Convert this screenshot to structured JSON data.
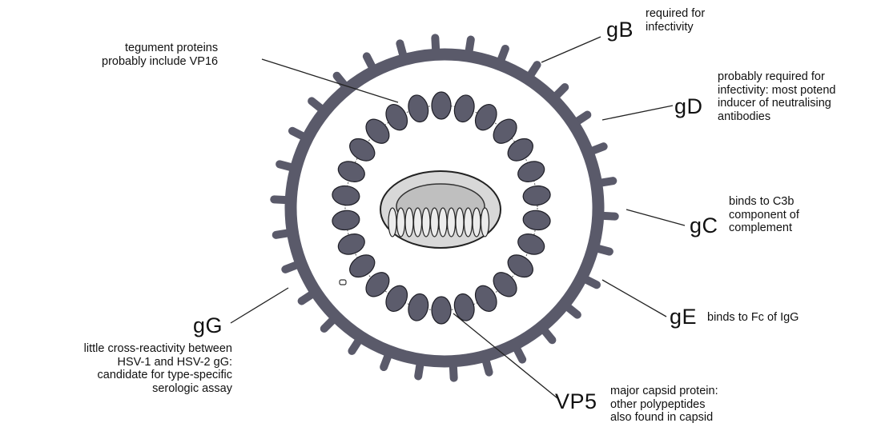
{
  "colors": {
    "envelope": "#5a5a6a",
    "envelope_stroke": "#2a2a33",
    "capsomer": "#5c5c6c",
    "capsomer_stroke": "#1e1e26",
    "core_fill": "#d8d8d8",
    "line": "#222222",
    "background": "#ffffff"
  },
  "labels": {
    "tegument": {
      "lines": [
        "tegument proteins",
        "probably include VP16"
      ]
    },
    "gB": {
      "name": "gB",
      "lines": [
        "required for",
        "infectivity"
      ]
    },
    "gD": {
      "name": "gD",
      "lines": [
        "probably required for",
        "infectivity: most potend",
        "inducer of neutralising",
        "antibodies"
      ]
    },
    "gC": {
      "name": "gC",
      "lines": [
        "binds to C3b",
        "component of",
        "complement"
      ]
    },
    "gE": {
      "name": "gE",
      "text": "binds to Fc of IgG"
    },
    "gG": {
      "name": "gG",
      "lines": [
        "little cross-reactivity between",
        "HSV-1 and HSV-2 gG:",
        "candidate for type-specific",
        "serologic assay"
      ]
    },
    "VP5": {
      "name": "VP5",
      "lines": [
        "major capsid protein:",
        "other polypeptides",
        "also found in capsid"
      ]
    }
  }
}
